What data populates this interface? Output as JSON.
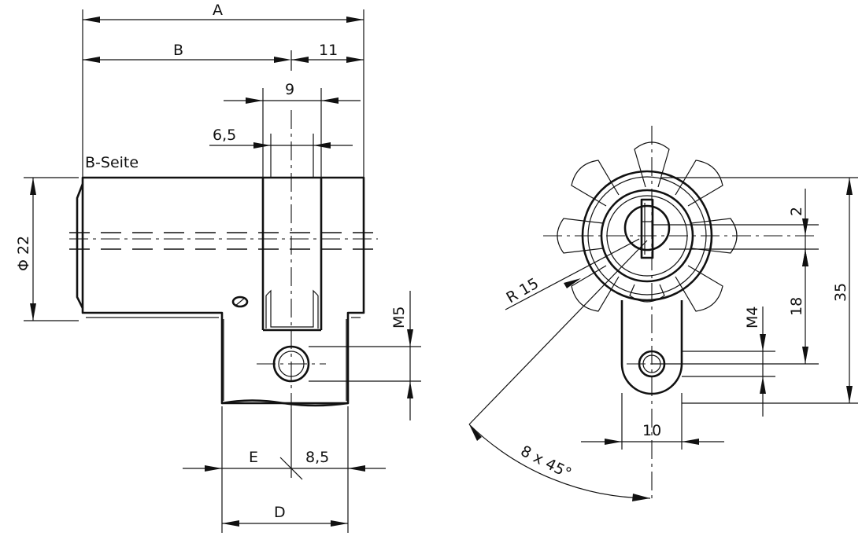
{
  "side_view": {
    "side_label": "B-Seite",
    "dims": {
      "A": "A",
      "B": "B",
      "d11": "11",
      "d9": "9",
      "d6_5": "6,5",
      "d22": "Φ 22",
      "M5": "M5",
      "E": "E",
      "d8_5": "8,5",
      "D": "D"
    }
  },
  "front_view": {
    "dims": {
      "d2": "2",
      "d35": "35",
      "d18": "18",
      "M4": "M4",
      "R15": "R 15",
      "d10": "10",
      "angle": "8 x  45°"
    }
  }
}
